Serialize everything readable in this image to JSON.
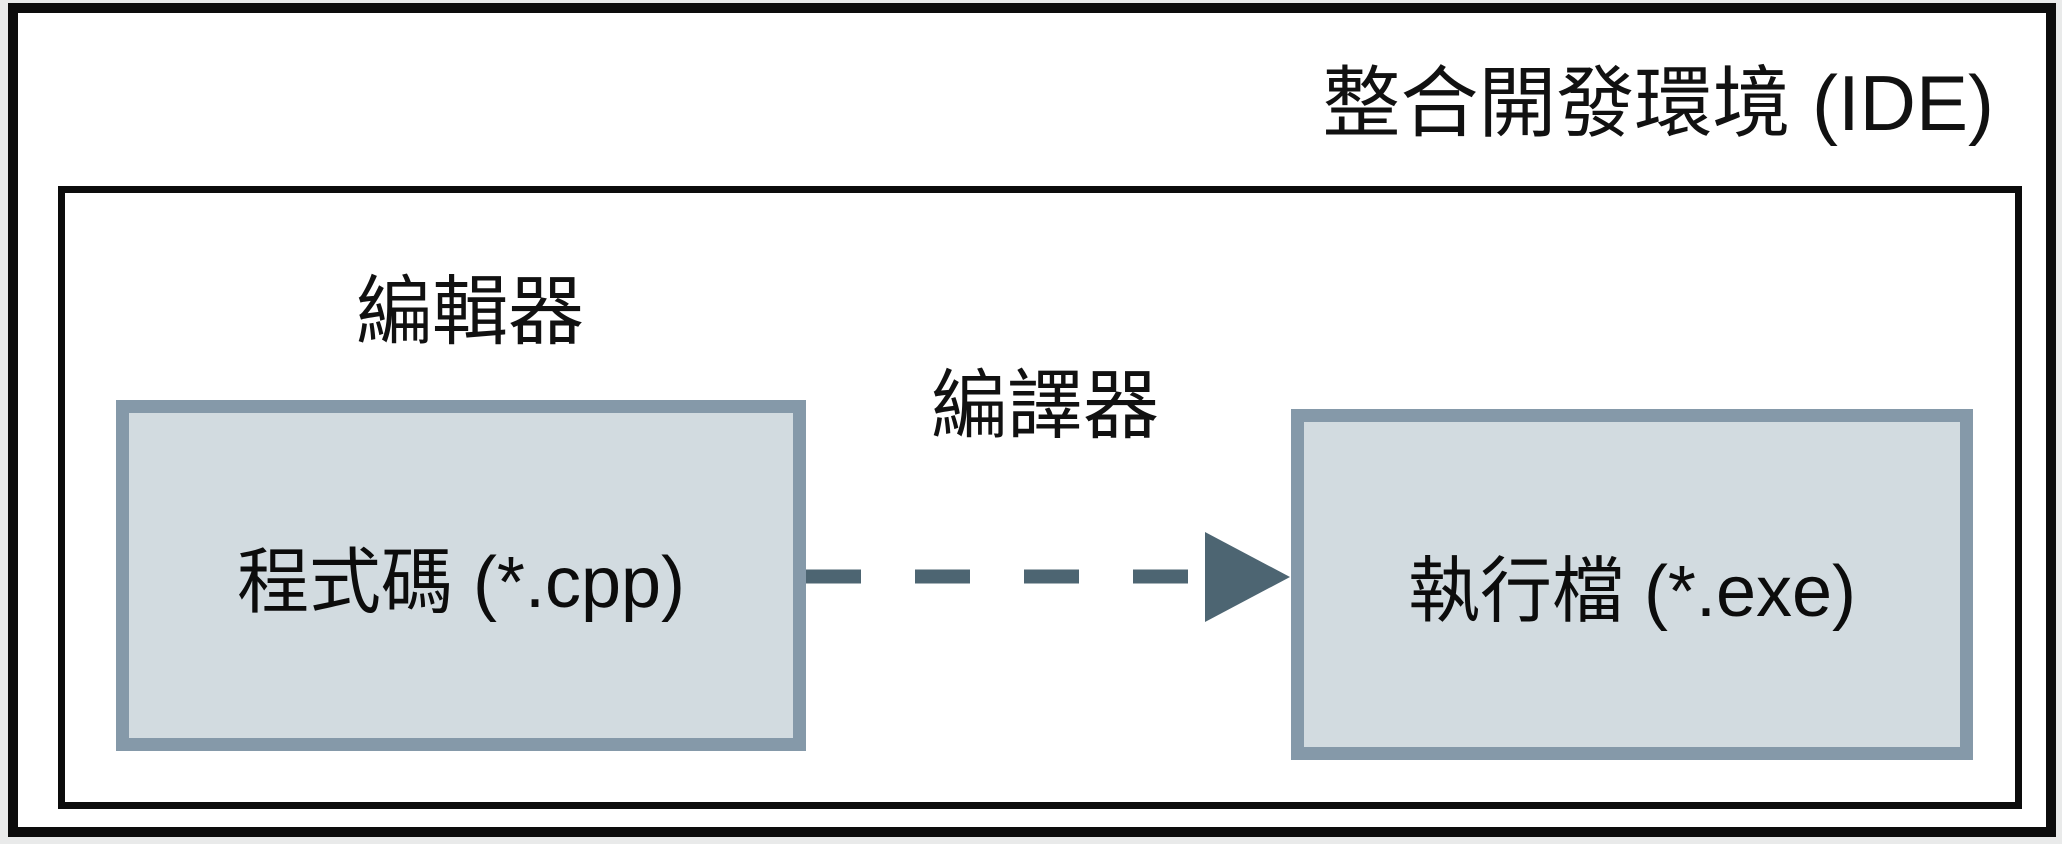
{
  "diagram": {
    "title": "整合開發環境 (IDE)",
    "frames": {
      "outer_name": "ide-boundary",
      "inner_name": "editor-boundary"
    },
    "labels": {
      "editor": "編輯器",
      "compiler": "編譯器"
    },
    "nodes": {
      "source": "程式碼 (*.cpp)",
      "executable": "執行檔 (*.exe)"
    },
    "arrow": {
      "style": "dashed",
      "direction": "right",
      "from": "source",
      "to": "executable"
    },
    "colors": {
      "node_fill": "#d2dbe0",
      "node_border": "#8599a9",
      "arrow": "#4d6572",
      "frame_border": "#0c0c0c",
      "canvas_background": "#ffffff",
      "page_background": "#e9eaea",
      "text": "#111111"
    }
  }
}
